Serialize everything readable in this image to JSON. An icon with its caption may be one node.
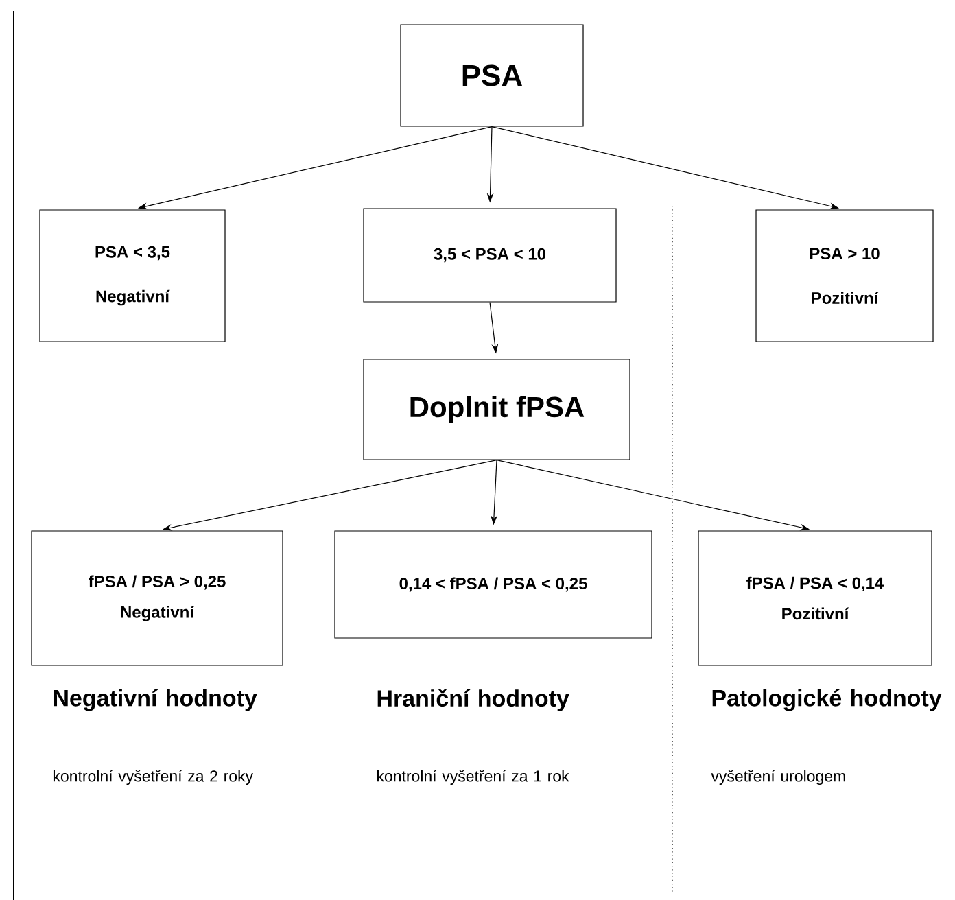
{
  "diagram": {
    "nodes": [
      {
        "text": [
          "PSA"
        ]
      },
      {
        "text": [
          "PSA < 3,5",
          "Negativní"
        ]
      },
      {
        "text": [
          "3,5 < PSA < 10"
        ]
      },
      {
        "text": [
          "PSA > 10",
          "Pozitivní"
        ]
      },
      {
        "text": [
          "Doplnit fPSA"
        ]
      },
      {
        "text": [
          "fPSA / PSA > 0,25",
          "Negativní"
        ]
      },
      {
        "text": [
          "0,14 < fPSA / PSA < 0,25"
        ]
      },
      {
        "text": [
          "fPSA / PSA < 0,14",
          "Pozitivní"
        ]
      }
    ],
    "edges": [
      {
        "from": 0,
        "to": 1,
        "arrow": "to"
      },
      {
        "from": 0,
        "to": 2,
        "arrow": "to"
      },
      {
        "from": 0,
        "to": 3,
        "arrow": "to"
      },
      {
        "from": 2,
        "to": 4,
        "arrow": "to"
      },
      {
        "from": 4,
        "to": 5,
        "arrow": "to"
      },
      {
        "from": 4,
        "to": 6,
        "arrow": "to"
      },
      {
        "from": 4,
        "to": 7,
        "arrow": "to"
      }
    ],
    "labels": [
      "Negativní hodnoty",
      "Hraniční hodnoty",
      "Patologické hodnoty",
      "kontrolní vyšetření za 2 roky",
      "kontrolní vyšetření za 1 rok",
      "vyšetření urologem"
    ]
  }
}
